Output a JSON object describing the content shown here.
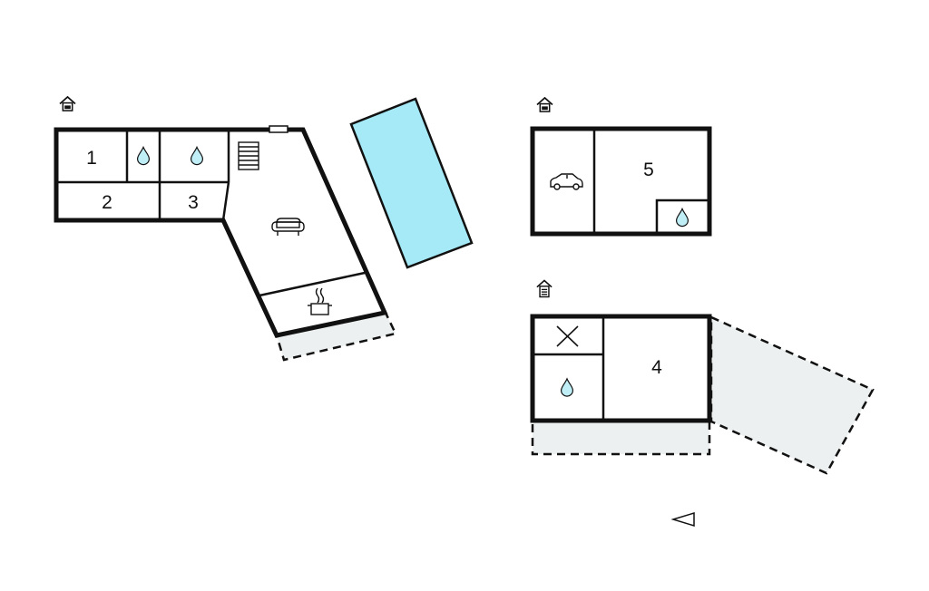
{
  "colors": {
    "wall": "#111111",
    "pool": "#a6eaf7",
    "terrace": "#edf0f0",
    "water": "#bfeef6"
  },
  "rooms": {
    "r1": "1",
    "r2": "2",
    "r3": "3",
    "r4": "4",
    "r5": "5"
  },
  "icons": {
    "building_marker": "house-level-icon",
    "water": "water-drop-icon",
    "stairs": "stairs-icon",
    "living": "sofa-icon",
    "kitchen": "cooking-pot-icon",
    "garage": "car-icon",
    "storage": "cross-mark-icon",
    "pool": "pool",
    "north": "north-arrow-icon"
  }
}
